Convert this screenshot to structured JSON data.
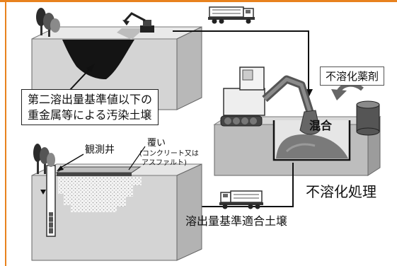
{
  "labels": {
    "contaminated_soil_line1": "第二溶出量基準値以下の",
    "contaminated_soil_line2": "重金属等による汚染土壌",
    "insolubilizer": "不溶化薬剤",
    "mixing": "混合",
    "insolubilization": "不溶化処理",
    "observation_well": "観測井",
    "cover": "覆い",
    "cover_note_line1": "(コンクリート又は",
    "cover_note_line2": "アスファルト)",
    "compliant_soil": "溶出量基準適合土壌"
  },
  "colors": {
    "frame": "#e8821e",
    "ground": "#cfcfcf",
    "ground_dark": "#a6a6a6",
    "soil_black": "#141414",
    "machine_light": "#eeeeee",
    "machine_dark": "#333333"
  }
}
